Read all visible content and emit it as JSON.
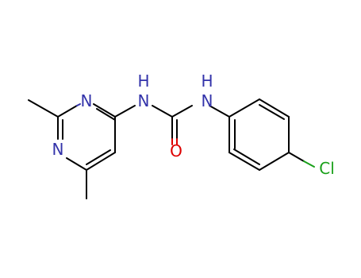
{
  "molecule": {
    "atoms": {
      "n_ring_top": "N",
      "n_ring_bottom": "N",
      "nh_left": "H",
      "nh_left_n": "N",
      "nh_right": "H",
      "nh_right_n": "N",
      "o": "O",
      "cl": "Cl"
    },
    "colors": {
      "carbon_bond": "#000000",
      "nitrogen": "#3333aa",
      "oxygen": "#dd0000",
      "chlorine": "#1aa01a"
    }
  }
}
